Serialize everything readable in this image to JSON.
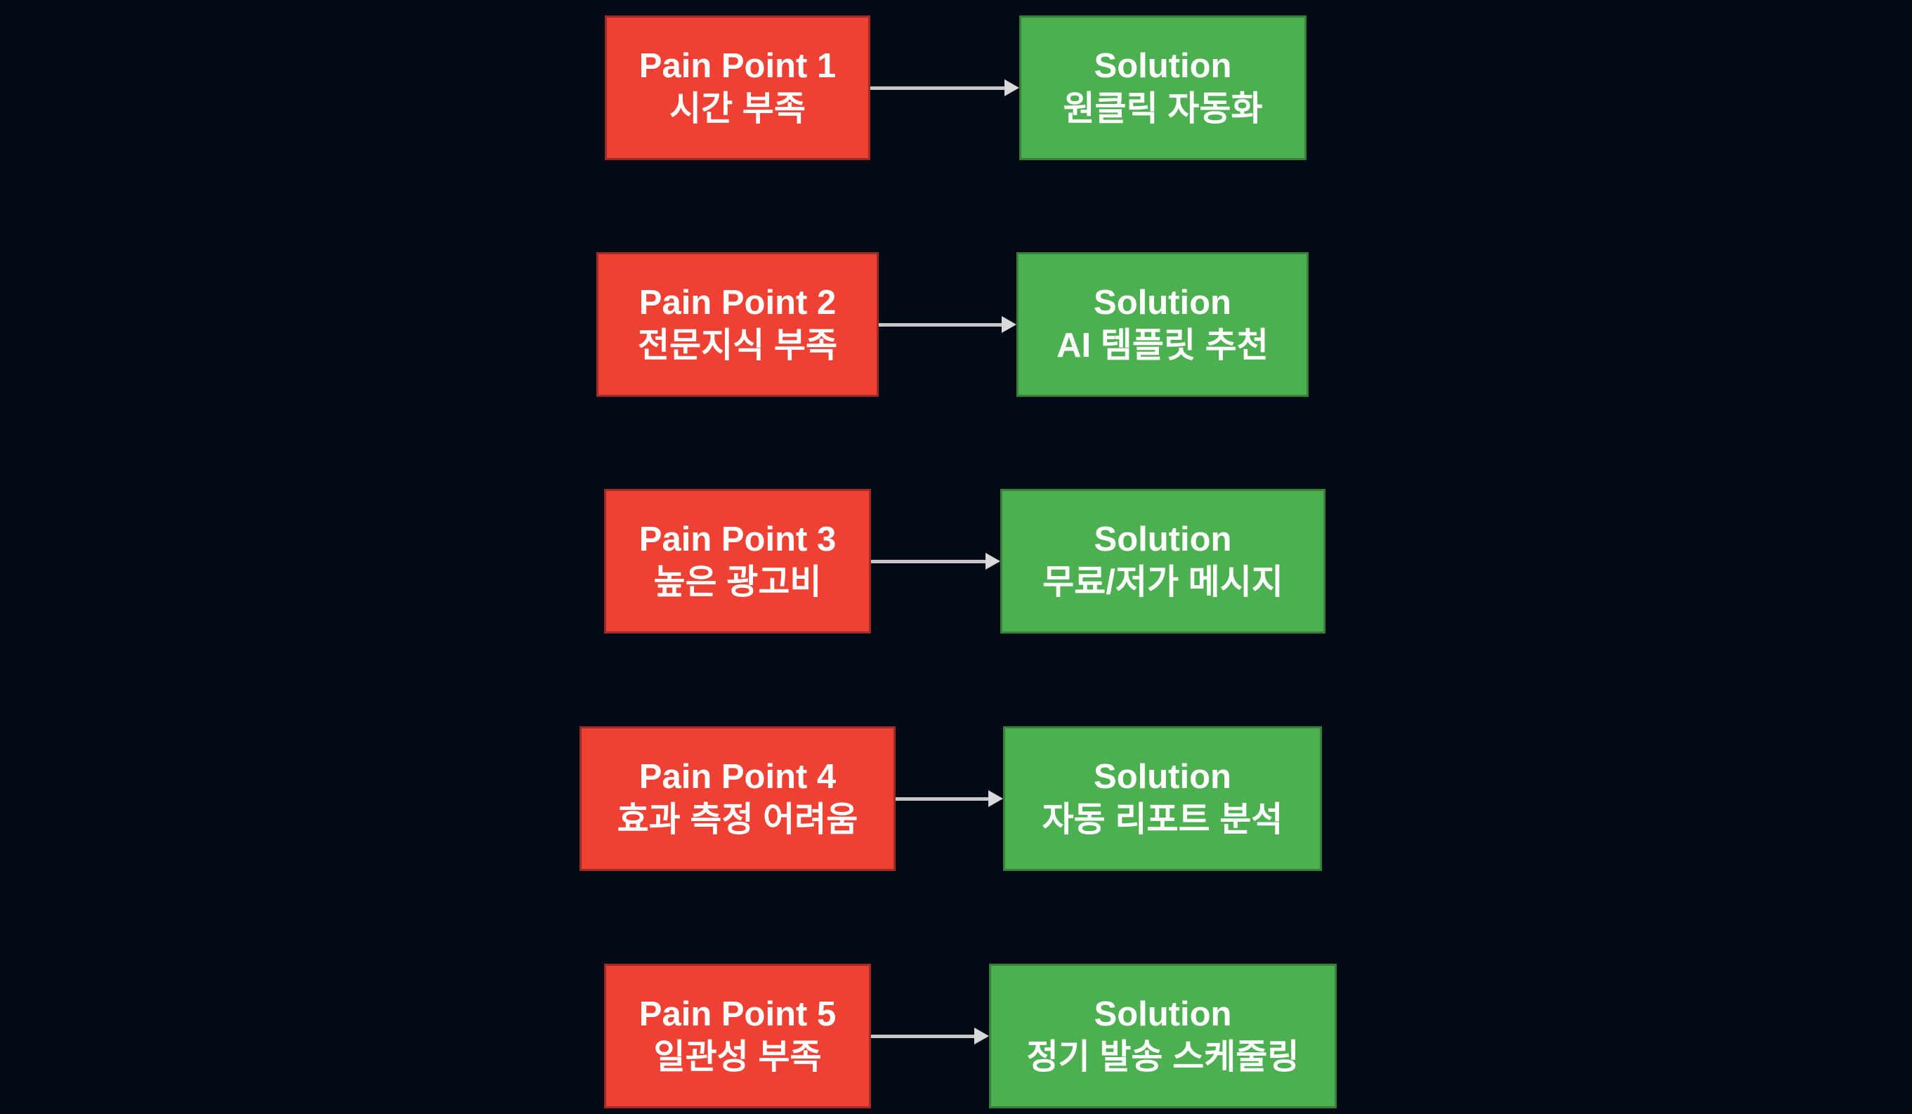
{
  "diagram": {
    "type": "flowchart",
    "rows": [
      {
        "pain": {
          "title": "Pain Point 1",
          "subtitle": "시간 부족"
        },
        "solution": {
          "title": "Solution",
          "subtitle": "원클릭 자동화"
        }
      },
      {
        "pain": {
          "title": "Pain Point 2",
          "subtitle": "전문지식 부족"
        },
        "solution": {
          "title": "Solution",
          "subtitle": "AI 템플릿 추천"
        }
      },
      {
        "pain": {
          "title": "Pain Point 3",
          "subtitle": "높은 광고비"
        },
        "solution": {
          "title": "Solution",
          "subtitle": "무료/저가 메시지"
        }
      },
      {
        "pain": {
          "title": "Pain Point 4",
          "subtitle": "효과 측정 어려움"
        },
        "solution": {
          "title": "Solution",
          "subtitle": "자동 리포트 분석"
        }
      },
      {
        "pain": {
          "title": "Pain Point 5",
          "subtitle": "일관성 부족"
        },
        "solution": {
          "title": "Solution",
          "subtitle": "정기 발송 스케줄링"
        }
      }
    ]
  },
  "colors": {
    "background": "#030a15",
    "pain_fill": "#ef4133",
    "pain_border": "#9c2d26",
    "solution_fill": "#4caf50",
    "solution_border": "#35813b",
    "arrow_shaft": "#c6c6c6",
    "arrow_head": "#d9d9d9",
    "text": "#ffffff"
  }
}
